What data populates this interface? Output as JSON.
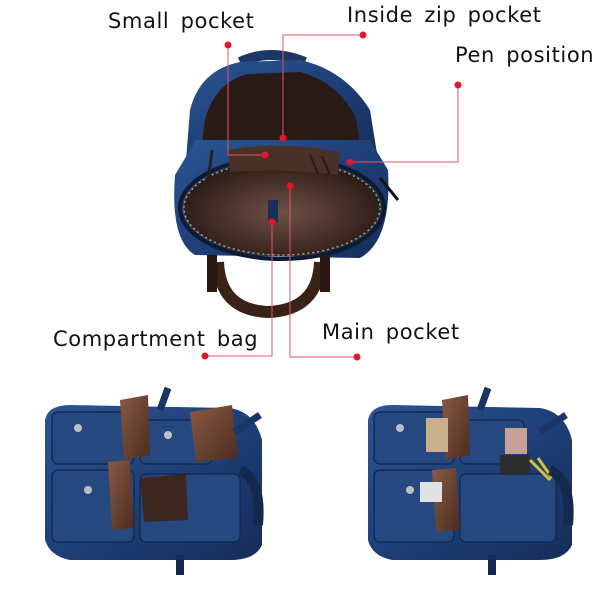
{
  "labels": {
    "small_pocket": "Small pocket",
    "inside_zip_pocket": "Inside zip pocket",
    "pen_position": "Pen position",
    "compartment_bag": "Compartment bag",
    "main_pocket": "Main pocket"
  },
  "colors": {
    "leader_line": "#e0585f",
    "leader_dot": "#e3162a",
    "leather_blue": "#1f3f7a",
    "lining_brown": "#3b2620",
    "flap_brown": "#6a4030"
  }
}
